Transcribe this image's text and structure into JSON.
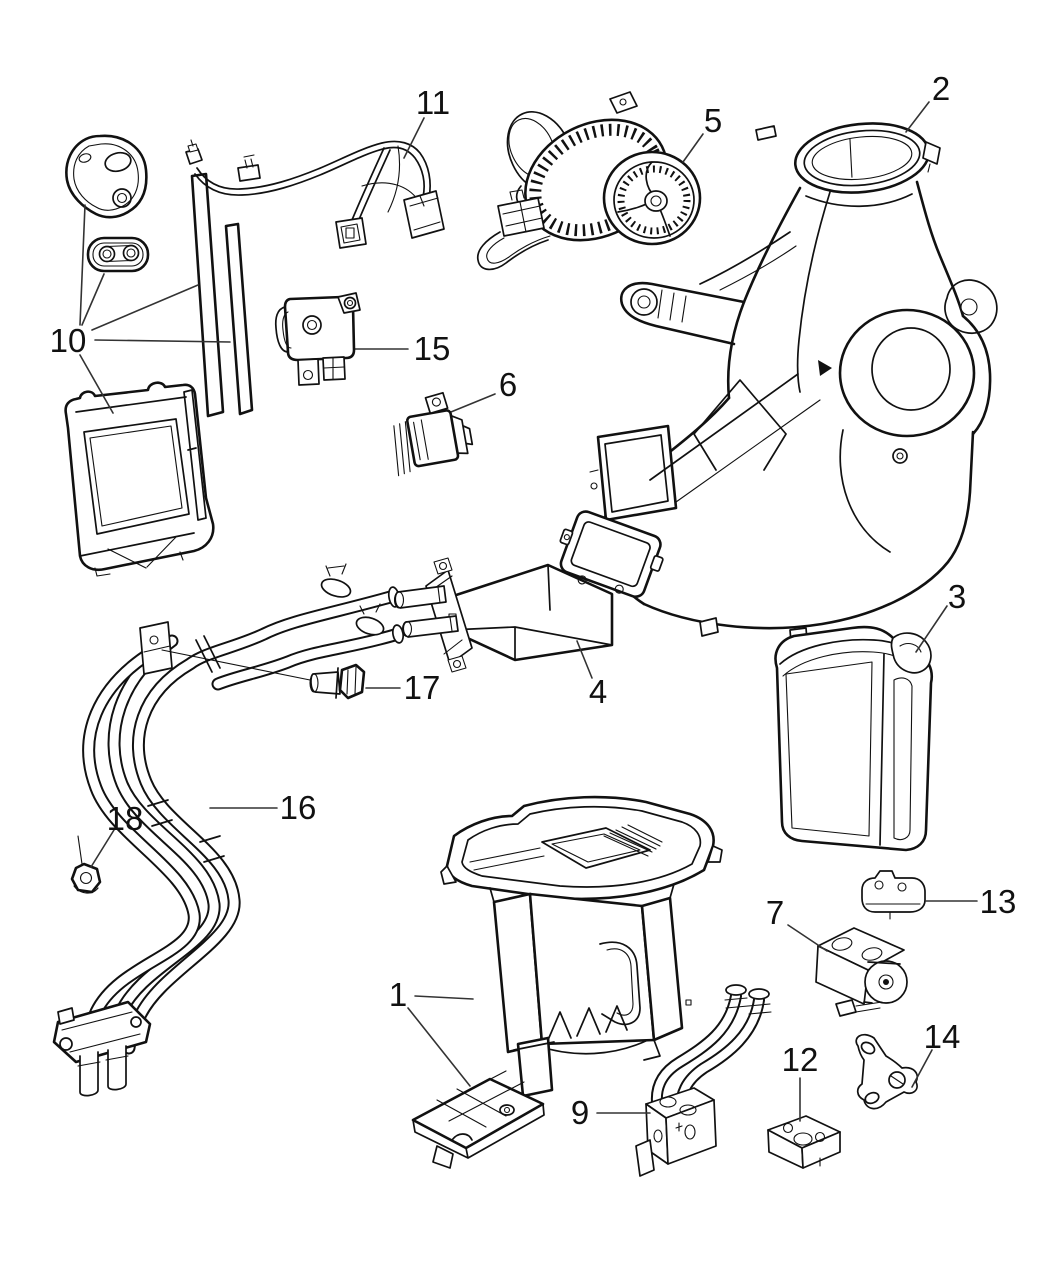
{
  "diagram": {
    "type": "exploded-parts-diagram",
    "subject": "HVAC heater and air conditioning unit",
    "background_color": "#ffffff",
    "line_color": "#111111",
    "callouts": [
      {
        "label": "1"
      },
      {
        "label": "2"
      },
      {
        "label": "3"
      },
      {
        "label": "4"
      },
      {
        "label": "5"
      },
      {
        "label": "6"
      },
      {
        "label": "7"
      },
      {
        "label": "9"
      },
      {
        "label": "10"
      },
      {
        "label": "11"
      },
      {
        "label": "12"
      },
      {
        "label": "13"
      },
      {
        "label": "14"
      },
      {
        "label": "15"
      },
      {
        "label": "16"
      },
      {
        "label": "17"
      },
      {
        "label": "18"
      }
    ]
  }
}
